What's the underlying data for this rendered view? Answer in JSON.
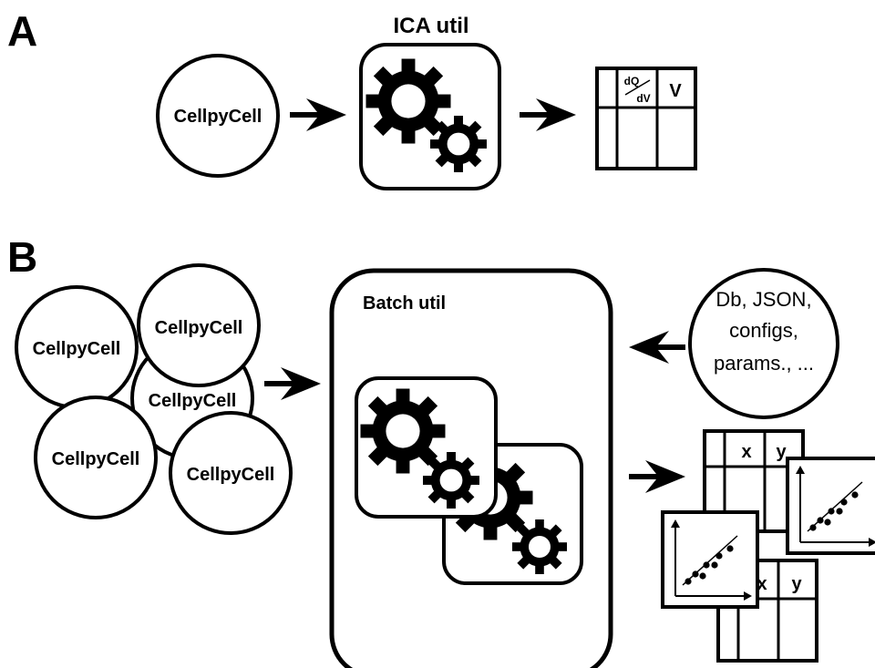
{
  "panel_a": {
    "letter": "A",
    "title": "ICA util",
    "cell_label": "CellpyCell",
    "table": {
      "frac_top": "dQ",
      "frac_bottom": "dV",
      "col2": "V"
    }
  },
  "panel_b": {
    "letter": "B",
    "cells": [
      "CellpyCell",
      "CellpyCell",
      "CellpyCell",
      "CellpyCell",
      "CellpyCell"
    ],
    "batch_title": "Batch util",
    "input_lines": [
      "Db, JSON,",
      "configs,",
      "params., ..."
    ],
    "table_back": {
      "col1": "x",
      "col2": "y"
    },
    "table_front": {
      "col1": "x",
      "col2": "y"
    }
  }
}
